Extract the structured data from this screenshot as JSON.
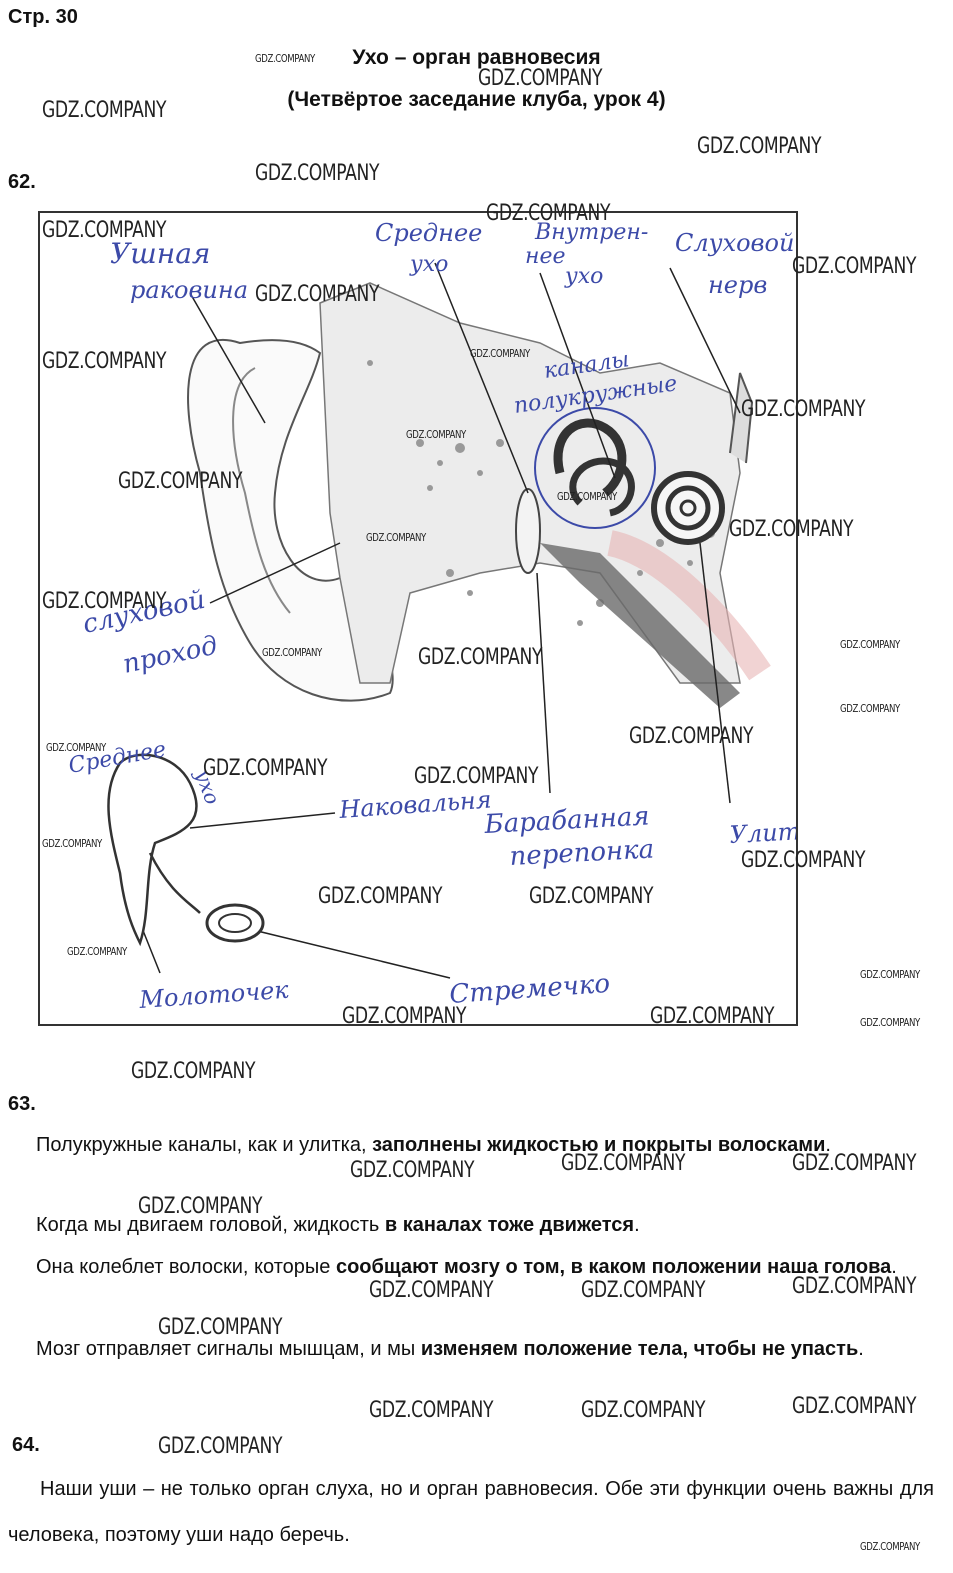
{
  "page_label": "Стр. 30",
  "title_line1": "Ухо – орган равновесия",
  "title_line2": "(Четвёртое заседание клуба, урок 4)",
  "task62": {
    "number": "62."
  },
  "figure_labels": {
    "ear_shell": [
      "Ушная",
      "раковина"
    ],
    "middle_ear": [
      "Среднее",
      "ухо"
    ],
    "inner_ear": [
      "Внутрен-",
      "нее",
      "ухо"
    ],
    "auditory_nerve": [
      "Слуховой",
      "нерв"
    ],
    "semicircular_canals": [
      "каналы",
      "полукружные"
    ],
    "auditory_canal": [
      "слуховой",
      "проход"
    ],
    "middle_ear_small": [
      "Среднее",
      "ухо"
    ],
    "anvil": "Наковальня",
    "eardrum": [
      "Барабанная",
      "перепонка"
    ],
    "cochlea": "Улитка",
    "hammer": "Молоточек",
    "stirrup": "Стремечко"
  },
  "task63": {
    "number": "63.",
    "p1": [
      "Полукружные каналы, как и улитка, ",
      "заполнены жидкостью и покрыты волосками",
      "."
    ],
    "p2": [
      "Когда мы двигаем головой, жидкость ",
      "в каналах тоже движется",
      "."
    ],
    "p3": [
      "Она колеблет волоски, которые ",
      "сообщают мозгу о том, в каком положении наша голова",
      "."
    ],
    "p4": [
      "Мозг отправляет сигналы мышцам, и мы ",
      "изменяем положение тела, чтобы не упасть",
      "."
    ]
  },
  "task64": {
    "number": "64.",
    "text": "Наши уши – не только орган слуха, но и орган равновесия. Обе эти функции очень важны для человека, поэтому уши надо беречь."
  },
  "watermark": "GDZ.COMPANY",
  "colors": {
    "ink": "#3c4aa8",
    "text": "#111111"
  }
}
